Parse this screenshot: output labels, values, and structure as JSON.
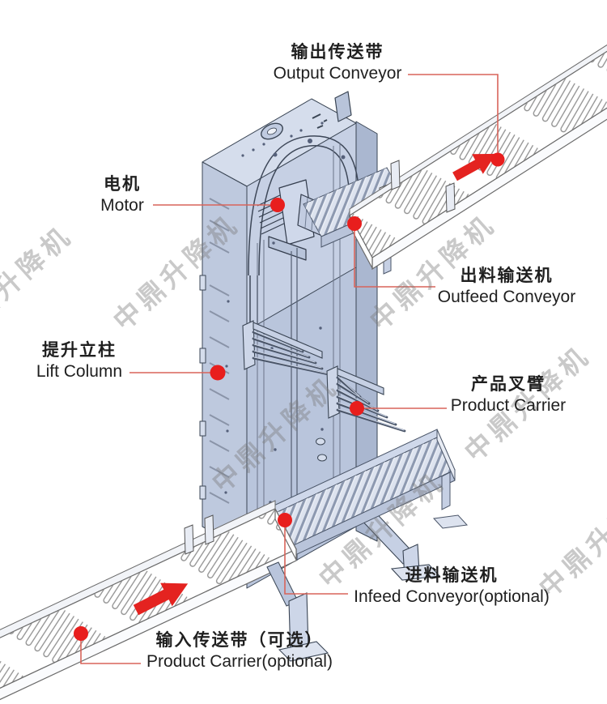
{
  "watermark": {
    "text": "中鼎升降机"
  },
  "labels": {
    "output_conveyor": {
      "zh": "输出传送带",
      "en": "Output Conveyor"
    },
    "motor": {
      "zh": "电机",
      "en": "Motor"
    },
    "outfeed_conveyor": {
      "zh": "出料输送机",
      "en": "Outfeed Conveyor"
    },
    "lift_column": {
      "zh": "提升立柱",
      "en": "Lift Column"
    },
    "product_carrier": {
      "zh": "产品叉臂",
      "en": "Product Carrier"
    },
    "infeed_conveyor": {
      "zh": "进料输送机",
      "en": "Infeed Conveyor(optional)"
    },
    "input_conveyor": {
      "zh": "输入传送带（可选）",
      "en": "Product Carrier(optional)"
    }
  },
  "colors": {
    "callout_dot": "#e81e1d",
    "leader_line": "#d8645a",
    "flow_arrow": "#e42320",
    "machine_body": "#c6d0e4",
    "machine_top": "#d5ddec",
    "machine_shadow": "#aab7d0",
    "belt_white": "#ffffff"
  },
  "arrows": [
    {
      "name": "output-flow-arrow",
      "direction": "up-right"
    },
    {
      "name": "input-flow-arrow",
      "direction": "up-right"
    }
  ]
}
